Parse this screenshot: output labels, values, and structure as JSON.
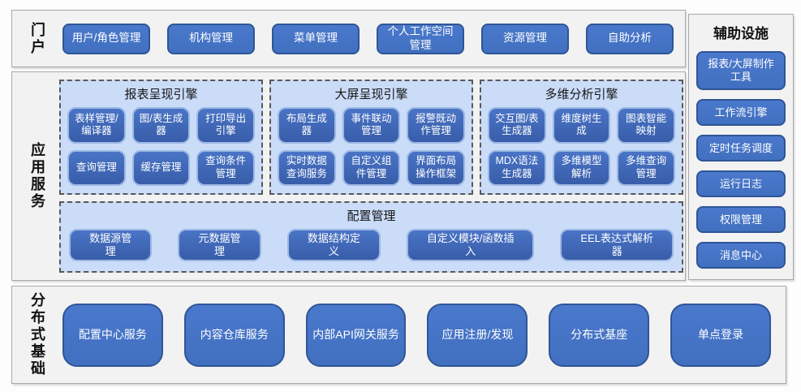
{
  "portal": {
    "label": "门户",
    "items": [
      "用户/角色管理",
      "机构管理",
      "菜单管理",
      "个人工作空间管理",
      "资源管理",
      "自助分析"
    ]
  },
  "app_services": {
    "label": "应用服务",
    "engines": [
      {
        "title": "报表呈现引擎",
        "rows": [
          [
            "表样管理/编译器",
            "图/表生成器",
            "打印导出引擎"
          ],
          [
            "查询管理",
            "缓存管理",
            "查询条件管理"
          ]
        ]
      },
      {
        "title": "大屏呈现引擎",
        "rows": [
          [
            "布局生成器",
            "事件联动管理",
            "报警既动作管理"
          ],
          [
            "实时数据查询服务",
            "自定义组件管理",
            "界面布局操作框架"
          ]
        ]
      },
      {
        "title": "多维分析引擎",
        "rows": [
          [
            "交互图/表生成器",
            "维度树生成",
            "图表智能映射"
          ],
          [
            "MDX语法生成器",
            "多维模型解析",
            "多维查询管理"
          ]
        ]
      }
    ],
    "config": {
      "title": "配置管理",
      "items": [
        "数据源管理",
        "元数据管理",
        "数据结构定义",
        "自定义模块/函数插入",
        "EEL表达式解析器"
      ]
    }
  },
  "foundation": {
    "label": "分布式基础",
    "items": [
      "配置中心服务",
      "内容仓库服务",
      "内部API网关服务",
      "应用注册/发现",
      "分布式基座",
      "单点登录"
    ]
  },
  "auxiliary": {
    "label": "辅助设施",
    "items": [
      "报表/大屏制作工具",
      "工作流引擎",
      "定时任务调度",
      "运行日志",
      "权限管理",
      "消息中心"
    ]
  },
  "colors": {
    "button_blue": "#4472c4",
    "button_border": "#2f5597",
    "inner_button_blue": "#3e67b3",
    "inner_button_border": "#9cb8e4",
    "panel_light_blue": "#cadcf8",
    "section_bg": "#f2f2f2",
    "section_border": "#a8a8a8",
    "text_white": "#ffffff"
  }
}
